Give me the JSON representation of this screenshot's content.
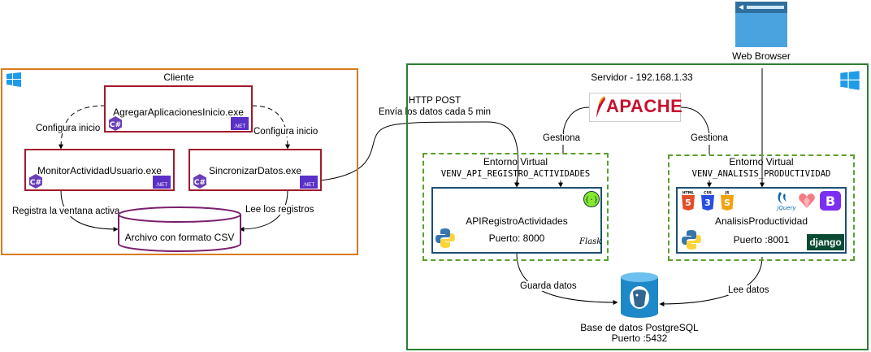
{
  "client": {
    "title": "Cliente",
    "exe_agregar": "AgregarAplicacionesInicio.exe",
    "exe_monitor": "MonitorActividadUsuario.exe",
    "exe_sincronizar": "SincronizarDatos.exe",
    "net_badge": ".NET",
    "edge_config_left": "Configura inicio",
    "edge_config_right": "Configura inicio",
    "edge_registra": "Registra la ventana activa",
    "edge_lee": "Lee los registros",
    "csv_label": "Archivo con formato CSV"
  },
  "link": {
    "http_line1": "HTTP POST",
    "http_line2": "Envía los datos cada 5 min"
  },
  "browser": {
    "label": "Web Browser"
  },
  "server": {
    "title": "Servidor - 192.168.1.33",
    "apache_text": "APACHE",
    "gestiona_left": "Gestiona",
    "gestiona_right": "Gestiona",
    "venv_left": {
      "title": "Entorno Virtual",
      "name": "VENV_API_REGISTRO_ACTIVIDADES"
    },
    "venv_right": {
      "title": "Entorno Virtual",
      "name": "VENV_ANALISIS_PRODUCTIVIDAD"
    },
    "api": {
      "name": "APIRegistroActividades",
      "port": "Puerto: 8000",
      "flask": "Flask"
    },
    "analisis": {
      "name": "AnalisisProductividad",
      "port": "Puerto :8001",
      "django": "django",
      "html_tag": "HTML",
      "css_tag": "CSS",
      "js_tag": "JS",
      "jquery": "jQuery"
    },
    "edge_guarda": "Guarda datos",
    "edge_lee_datos": "Lee datos",
    "db_line1": "Base de datos PostgreSQL",
    "db_line2": "Puerto :5432"
  },
  "colors": {
    "client_border": "#d97a1c",
    "server_border": "#2e7d32",
    "exe_border": "#a11a2c",
    "venv_border": "#5aa02c",
    "service_border": "#1f4f72",
    "csv_border": "#7a1f6e"
  }
}
